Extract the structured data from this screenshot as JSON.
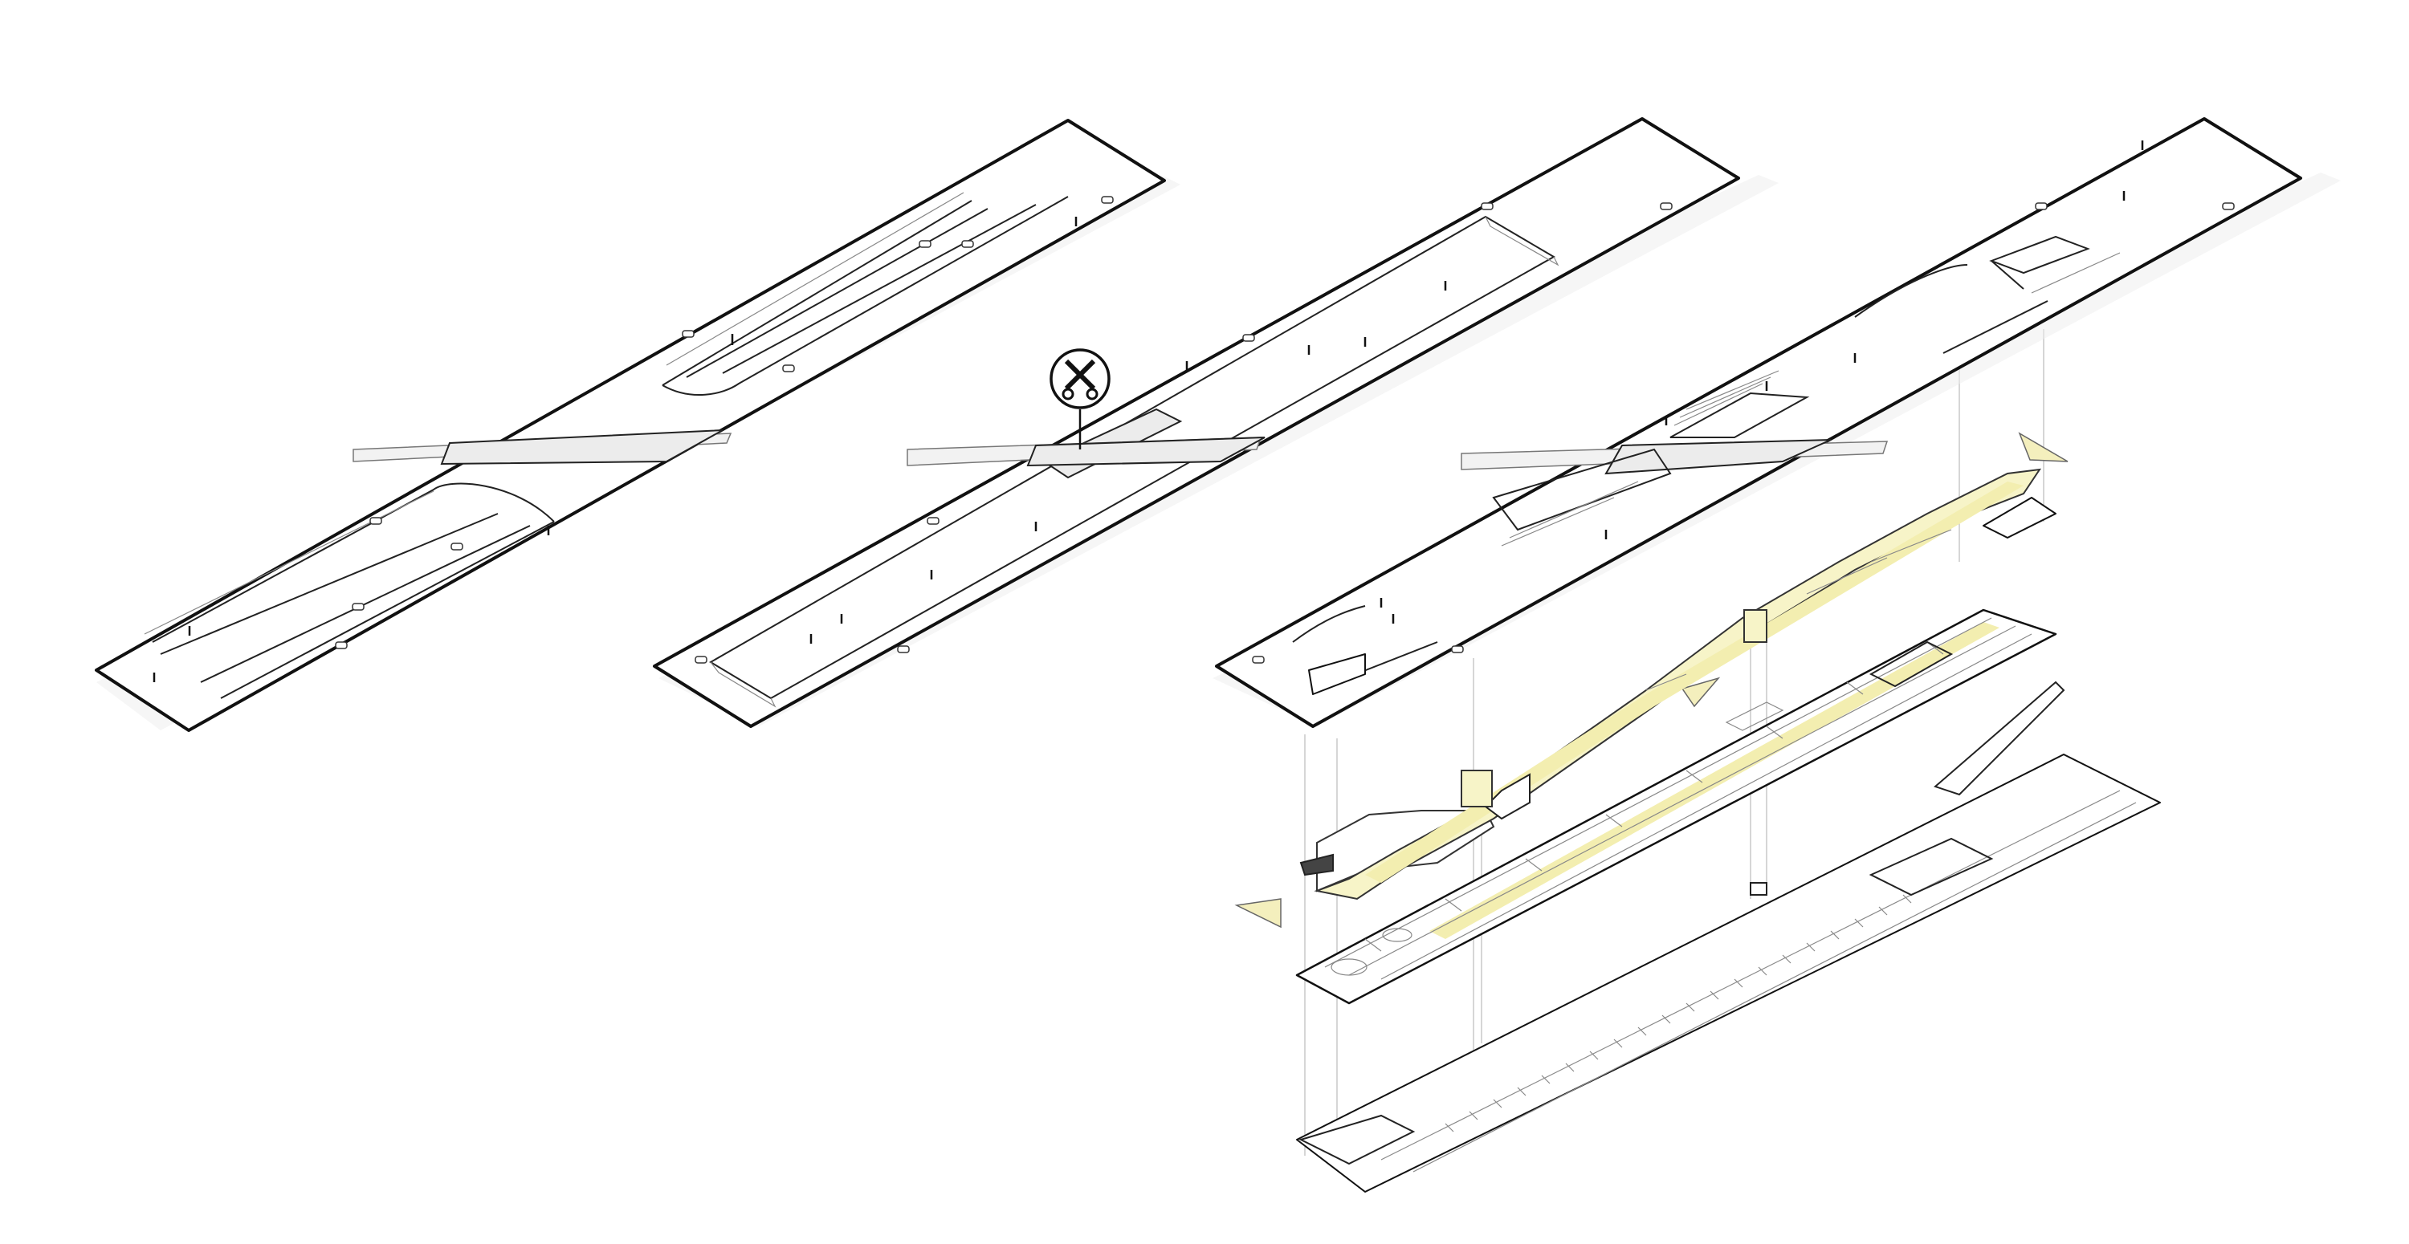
{
  "diagram": {
    "kind": "axonometric-exploded-site-diagram",
    "colors": {
      "outline": "#111111",
      "paper": "#ffffff",
      "highlight": "#f3eeb0",
      "section_marker": "#f4efbd",
      "shadow": "#e6e6e6"
    },
    "panels": [
      {
        "id": "existing-site",
        "layers": 1
      },
      {
        "id": "excavation",
        "layers": 1,
        "icon": "railroad-crossing-icon"
      },
      {
        "id": "proposal",
        "layers": 4
      }
    ],
    "icons": [
      "railroad-crossing-icon",
      "section-marker-icon",
      "car-icon",
      "tree-post-icon"
    ]
  }
}
